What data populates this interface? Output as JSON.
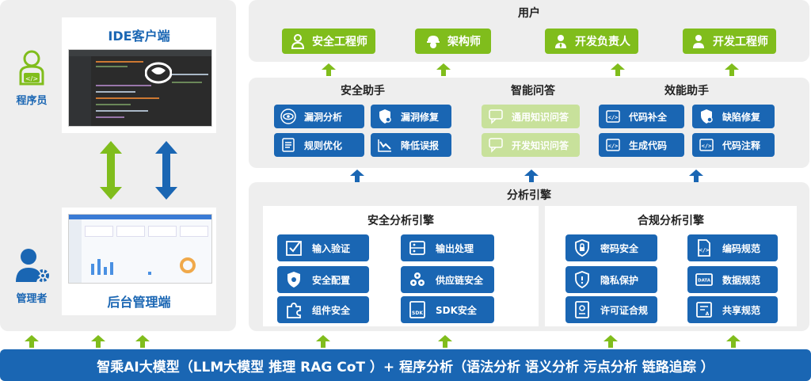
{
  "colors": {
    "green": "#80bd1c",
    "blue": "#1a66b3",
    "light_green": "#c8e19b",
    "panel": "#eeeeee"
  },
  "left": {
    "ide_title": "IDE客户端",
    "admin_title": "后台管理端",
    "programmer_label": "程序员",
    "manager_label": "管理者"
  },
  "users": {
    "title": "用户",
    "items": [
      {
        "label": "安全工程师",
        "icon": "user-shield-icon"
      },
      {
        "label": "架构师",
        "icon": "hardhat-icon"
      },
      {
        "label": "开发负责人",
        "icon": "user-tie-icon"
      },
      {
        "label": "开发工程师",
        "icon": "user-icon"
      }
    ]
  },
  "assistants": {
    "security": {
      "title": "安全助手",
      "items": [
        {
          "label": "漏洞分析",
          "icon": "eye-icon"
        },
        {
          "label": "漏洞修复",
          "icon": "shield-gear-icon"
        },
        {
          "label": "规则优化",
          "icon": "list-icon"
        },
        {
          "label": "降低误报",
          "icon": "chart-down-icon"
        }
      ]
    },
    "qa": {
      "title": "智能问答",
      "items": [
        {
          "label": "通用知识问答",
          "icon": "chat-icon"
        },
        {
          "label": "开发知识问答",
          "icon": "chat-icon"
        }
      ]
    },
    "efficiency": {
      "title": "效能助手",
      "items": [
        {
          "label": "代码补全",
          "icon": "code-icon"
        },
        {
          "label": "缺陷修复",
          "icon": "shield-gear-icon"
        },
        {
          "label": "生成代码",
          "icon": "code-icon"
        },
        {
          "label": "代码注释",
          "icon": "code-icon"
        }
      ]
    }
  },
  "engines": {
    "title": "分析引擎",
    "security": {
      "title": "安全分析引擎",
      "items": [
        {
          "label": "输入验证",
          "icon": "check-box-icon"
        },
        {
          "label": "输出处理",
          "icon": "output-icon"
        },
        {
          "label": "安全配置",
          "icon": "shield-icon"
        },
        {
          "label": "供应链安全",
          "icon": "gears-icon"
        },
        {
          "label": "组件安全",
          "icon": "puzzle-icon"
        },
        {
          "label": "SDK安全",
          "icon": "sdk-icon"
        }
      ]
    },
    "compliance": {
      "title": "合规分析引擎",
      "items": [
        {
          "label": "密码安全",
          "icon": "lock-shield-icon"
        },
        {
          "label": "编码规范",
          "icon": "file-code-icon"
        },
        {
          "label": "隐私保护",
          "icon": "privacy-icon"
        },
        {
          "label": "数据规范",
          "icon": "data-icon"
        },
        {
          "label": "许可证合规",
          "icon": "certificate-icon"
        },
        {
          "label": "共享规范",
          "icon": "share-doc-icon"
        }
      ]
    }
  },
  "footer": {
    "text": "智乘AI大模型（LLM大模型  推理 RAG CoT ）+ 程序分析（语法分析 语义分析 污点分析 链路追踪 ）"
  }
}
